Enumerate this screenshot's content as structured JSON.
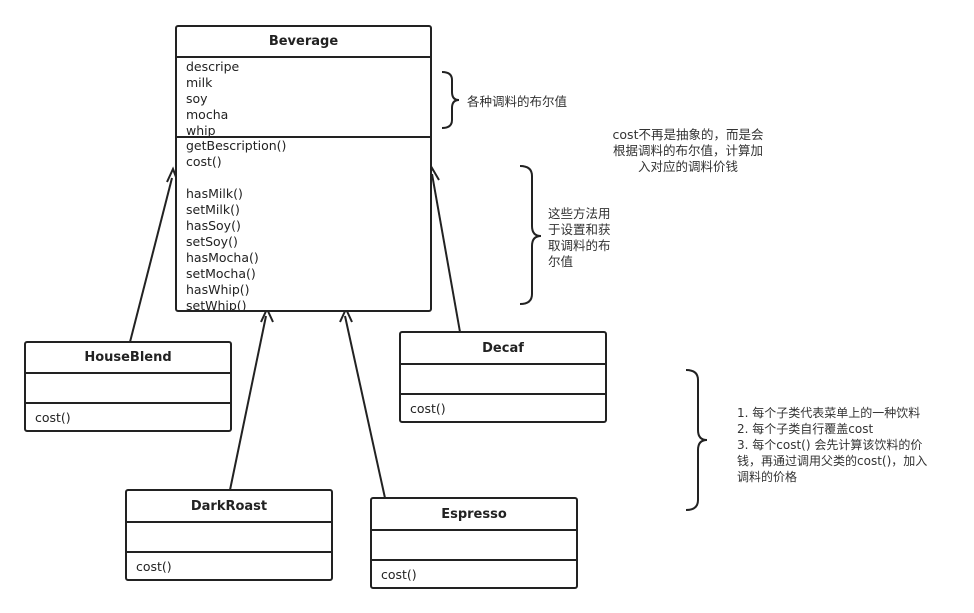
{
  "beverage": {
    "name": "Beverage",
    "attributes": [
      "descripe",
      "milk",
      "soy",
      "mocha",
      "whip"
    ],
    "methods": [
      "getBescription()",
      "cost()",
      "",
      "hasMilk()",
      "setMilk()",
      "hasSoy()",
      "setSoy()",
      "hasMocha()",
      "setMocha()",
      "hasWhip()",
      "setWhip()"
    ]
  },
  "subclasses": {
    "houseblend": {
      "name": "HouseBlend",
      "method": "cost()"
    },
    "decaf": {
      "name": "Decaf",
      "method": "cost()"
    },
    "darkroast": {
      "name": "DarkRoast",
      "method": "cost()"
    },
    "espresso": {
      "name": "Espresso",
      "method": "cost()"
    }
  },
  "notes": {
    "boolean_values": "各种调料的布尔值",
    "cost_note": [
      "cost不再是抽象的，而是会",
      "根据调料的布尔值，计算加",
      "入对应的调料价钱"
    ],
    "methods_note": [
      "这些方法用",
      "于设置和获",
      "取调料的布",
      "尔值"
    ],
    "subclass_note": [
      "1. 每个子类代表菜单上的一种饮料",
      "2. 每个子类自行覆盖cost",
      "3. 每个cost() 会先计算该饮料的价",
      "钱，再通过调用父类的cost()，加入",
      "调料的价格"
    ]
  },
  "colors": {
    "stroke": "#222222",
    "background": "#ffffff"
  }
}
